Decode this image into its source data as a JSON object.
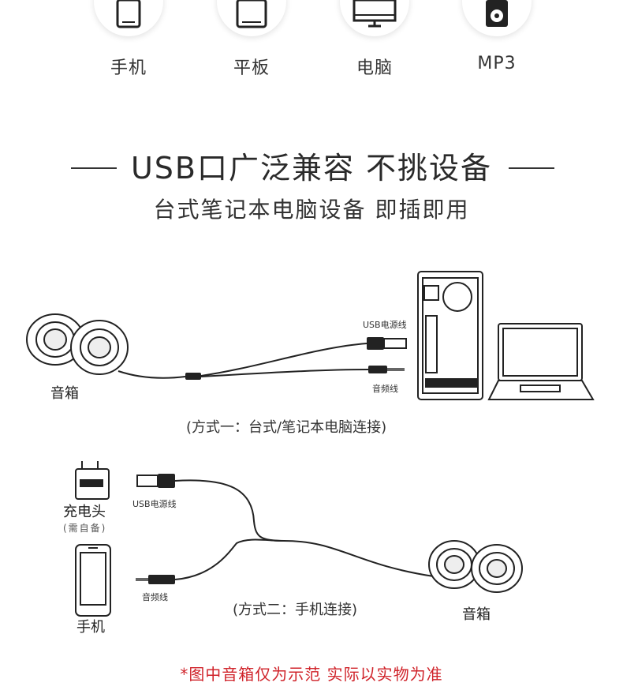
{
  "devices": [
    {
      "label": "手机",
      "icon": "phone-icon"
    },
    {
      "label": "平板",
      "icon": "tablet-icon"
    },
    {
      "label": "电脑",
      "icon": "monitor-icon"
    },
    {
      "label": "MP3",
      "icon": "mp3-player-icon"
    }
  ],
  "headline": {
    "title": "USB口广泛兼容 不挑设备",
    "subtitle": "台式笔记本电脑设备 即插即用"
  },
  "diagram1": {
    "speaker_label": "音箱",
    "usb_label": "USB电源线",
    "audio_label": "音频线",
    "caption": "(方式一：台式/笔记本电脑连接)"
  },
  "diagram2": {
    "charger_label": "充电头",
    "charger_note": "(需自备)",
    "phone_label": "手机",
    "usb_label": "USB电源线",
    "audio_label": "音频线",
    "caption": "(方式二：手机连接)",
    "speaker_label": "音箱"
  },
  "footnote": "*图中音箱仅为示范 实际以实物为准",
  "colors": {
    "footnote": "#d0242b",
    "ink": "#222222"
  }
}
